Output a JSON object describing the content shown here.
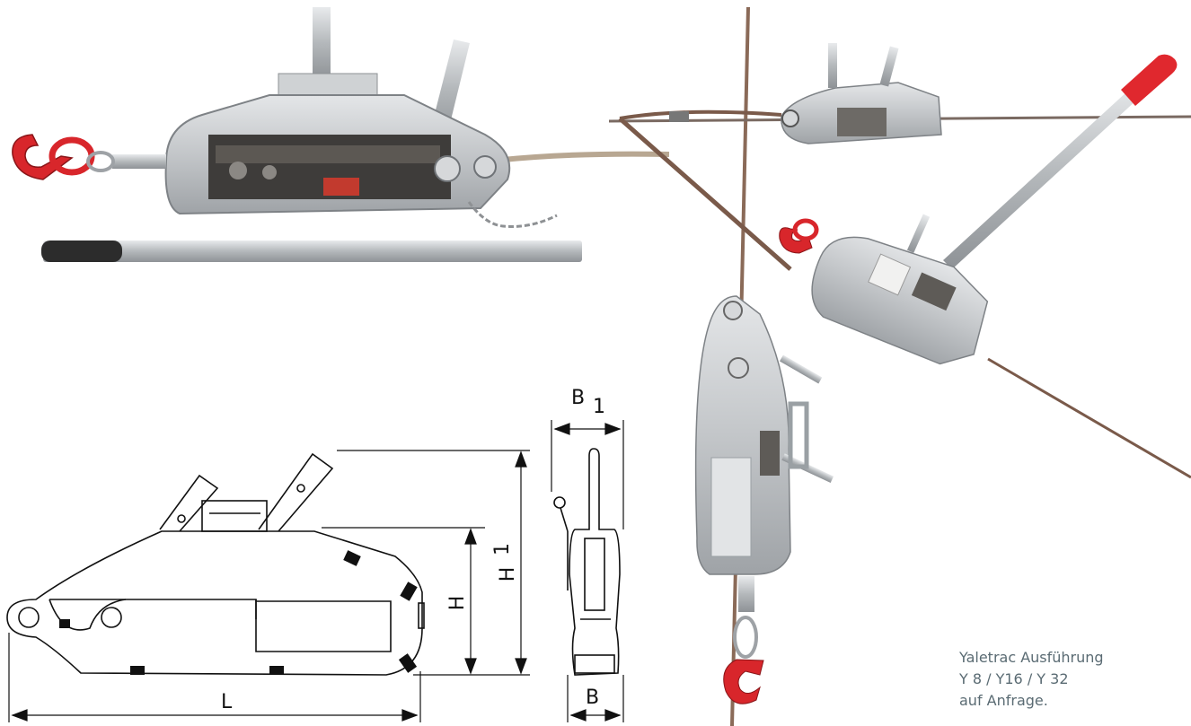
{
  "dimensions": {
    "length": "L",
    "height": "H",
    "total_height": "H",
    "total_height_sub": "1",
    "width": "B",
    "total_width": "B",
    "total_width_sub": "1"
  },
  "caption": {
    "line1": "Yaletrac Ausführung",
    "line2": "Y 8 / Y16 / Y 32",
    "line3": "auf Anfrage."
  },
  "colors": {
    "hook": "#d8262b",
    "housing": "#c9ccce",
    "cable": "#8a6a58",
    "handle_grip": "#e0282e"
  }
}
